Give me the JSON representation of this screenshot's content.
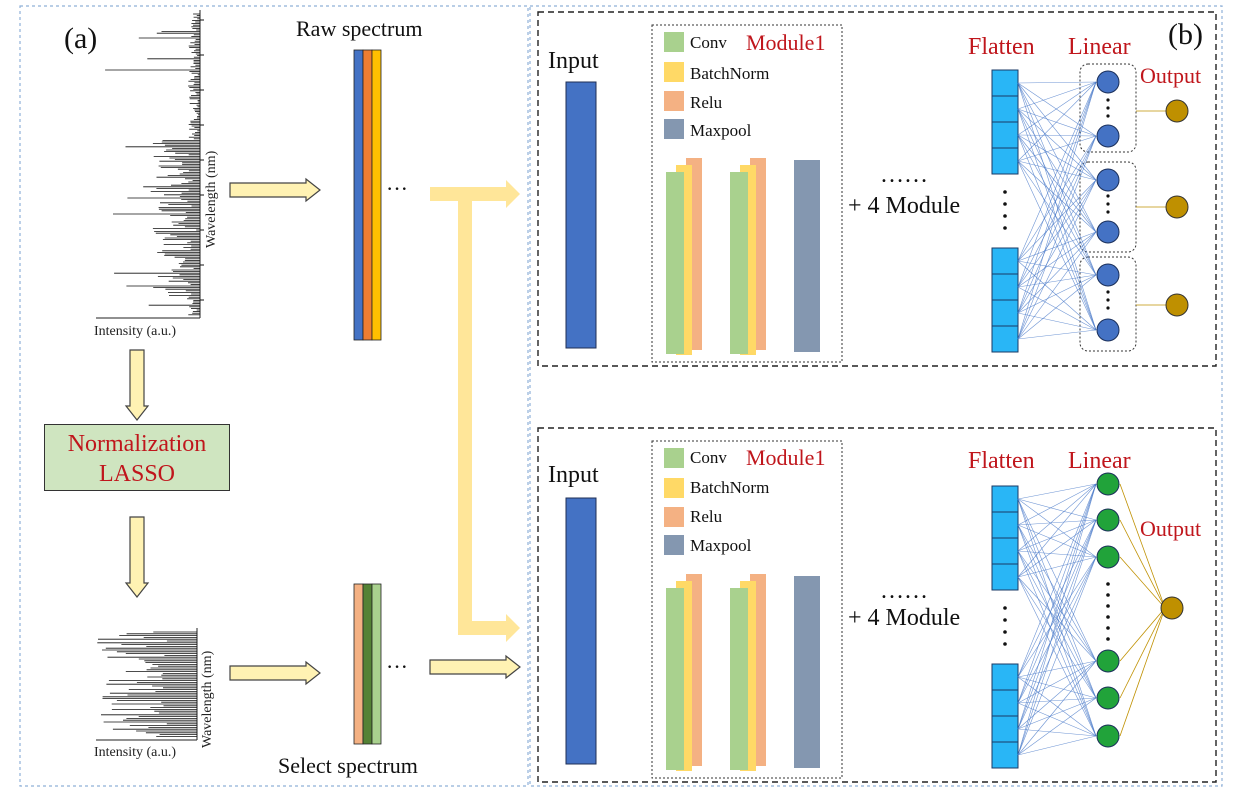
{
  "panel_a": {
    "label": "(a)",
    "raw_title": "Raw spectrum",
    "select_title": "Select spectrum",
    "dots": "···",
    "norm_line1": "Normalization",
    "norm_line2": "LASSO",
    "xaxis_label": "Intensity (a.u.)",
    "yaxis_label": "Wavelength (nm)",
    "raw_bar_colors": [
      "#4472c4",
      "#ed7d31",
      "#ffc000"
    ],
    "select_bar_colors": [
      "#f4b183",
      "#548235",
      "#a9d18e"
    ]
  },
  "panel_b": {
    "label": "(b)",
    "top": {
      "input_label": "Input",
      "module_title": "Module1",
      "legend": [
        "Conv",
        "BatchNorm",
        "Relu",
        "Maxpool"
      ],
      "more_dots": "……",
      "more_modules": "+ 4 Module",
      "flatten_label": "Flatten",
      "linear_label": "Linear",
      "output_label": "Output",
      "neuron_color": "#4472c4",
      "output_color": "#bf9000"
    },
    "bottom": {
      "input_label": "Input",
      "module_title": "Module1",
      "legend": [
        "Conv",
        "BatchNorm",
        "Relu",
        "Maxpool"
      ],
      "more_dots": "……",
      "more_modules": "+ 4 Module",
      "flatten_label": "Flatten",
      "linear_label": "Linear",
      "output_label": "Output",
      "neuron_color": "#21a33a",
      "output_color": "#bf9000"
    }
  },
  "colors": {
    "conv": "#a9d18e",
    "batchnorm": "#ffd966",
    "relu": "#f4b183",
    "maxpool": "#8497b0",
    "input": "#4472c4",
    "flatten": "#29b6f6",
    "arrow_fill": "#fff2b3",
    "arrow_stroke": "#444444",
    "connector": "#ffe699",
    "title_red": "#c0161c"
  }
}
